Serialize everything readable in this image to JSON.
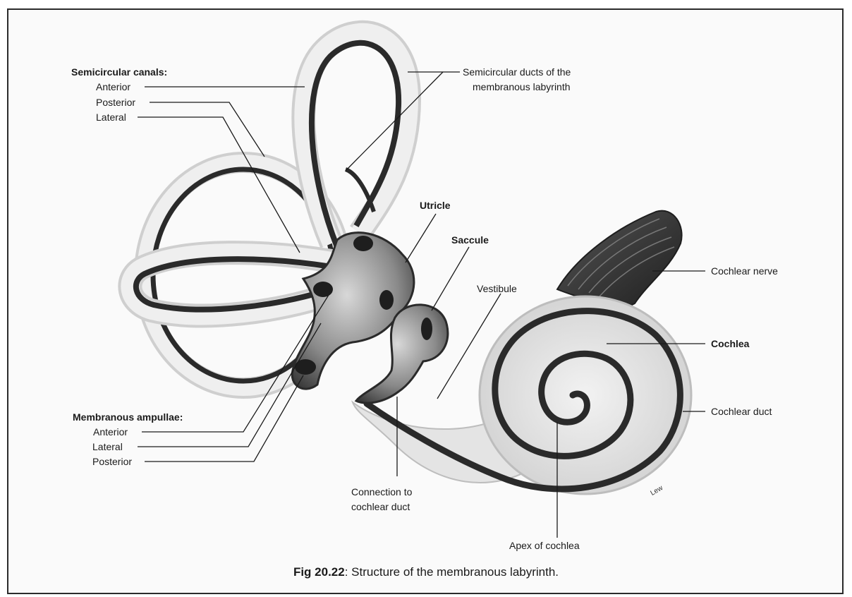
{
  "labels": {
    "semicircular_canals_heading": "Semicircular canals:",
    "canal_anterior": "Anterior",
    "canal_posterior": "Posterior",
    "canal_lateral": "Lateral",
    "semicircular_ducts": "Semicircular ducts of the membranous labyrinth",
    "semicircular_ducts_line1": "Semicircular ducts of the",
    "semicircular_ducts_line2": "membranous labyrinth",
    "utricle": "Utricle",
    "saccule": "Saccule",
    "vestibule": "Vestibule",
    "cochlear_nerve": "Cochlear nerve",
    "cochlea": "Cochlea",
    "cochlear_duct": "Cochlear duct",
    "ampullae_heading": "Membranous ampullae:",
    "ampulla_anterior": "Anterior",
    "ampulla_lateral": "Lateral",
    "ampulla_posterior": "Posterior",
    "connection_line1": "Connection to",
    "connection_line2": "cochlear duct",
    "apex": "Apex of cochlea",
    "signature": "Lew"
  },
  "caption": {
    "number": "Fig 20.22",
    "text": ": Structure of the membranous labyrinth."
  },
  "colors": {
    "duct": "#2a2a2a",
    "canal_fill": "#e6e6e6",
    "outline": "#bdbdbd",
    "frame": "#2b2b2b"
  }
}
